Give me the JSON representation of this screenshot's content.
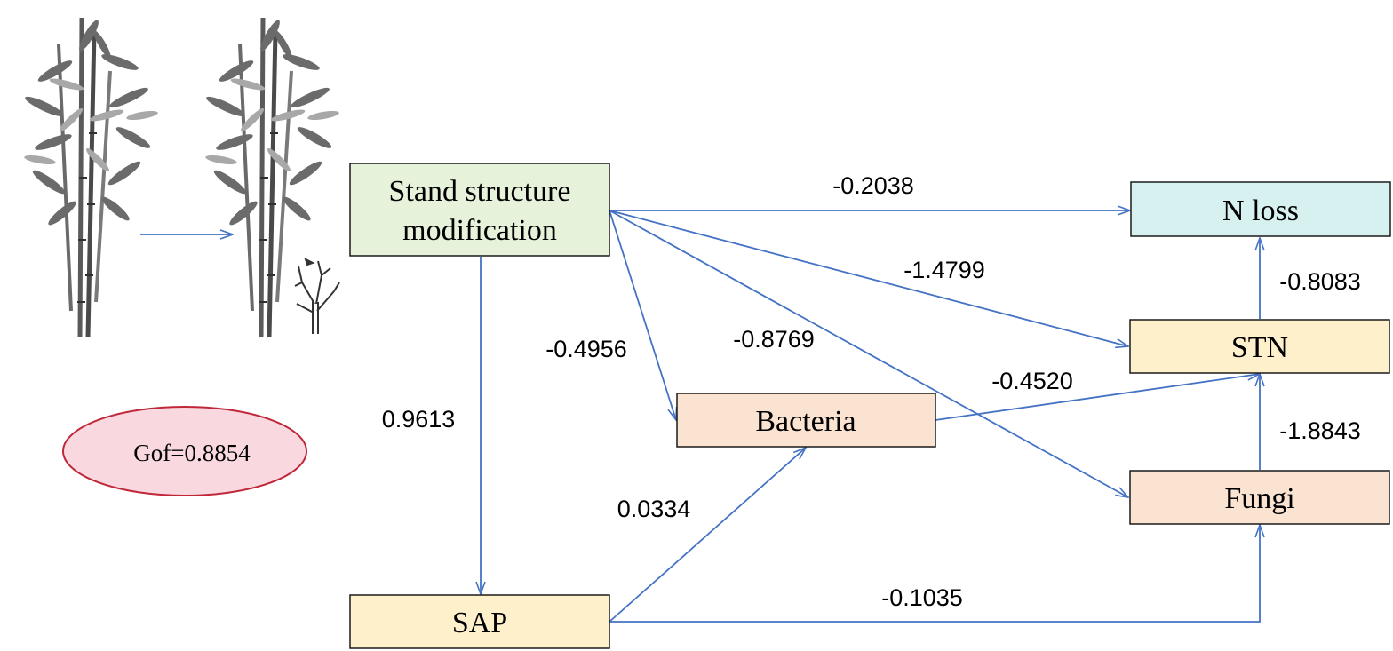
{
  "nodes": {
    "stand": {
      "line1": "Stand structure",
      "line2": "modification",
      "fill": "#e6f2da",
      "stroke": "#1a1a1a"
    },
    "nloss": {
      "label": "N loss",
      "fill": "#d7f1f1",
      "stroke": "#1a1a1a"
    },
    "stn": {
      "label": "STN",
      "fill": "#fff0cc",
      "stroke": "#1a1a1a"
    },
    "bacteria": {
      "label": "Bacteria",
      "fill": "#fbe3d2",
      "stroke": "#1a1a1a"
    },
    "fungi": {
      "label": "Fungi",
      "fill": "#fbe3d2",
      "stroke": "#1a1a1a"
    },
    "sap": {
      "label": "SAP",
      "fill": "#fff0cc",
      "stroke": "#1a1a1a"
    }
  },
  "gof": {
    "label": "Gof=0.8854",
    "fill": "#f9d9df",
    "stroke": "#c0283a"
  },
  "paths": {
    "stand_nloss": "-0.2038",
    "stand_stn": "-1.4799",
    "stand_fungi": "-0.8769",
    "stand_bacteria": "-0.4956",
    "stand_sap": "0.9613",
    "stn_nloss": "-0.8083",
    "bacteria_stn": "-0.4520",
    "fungi_stn": "-1.8843",
    "sap_bacteria": "0.0334",
    "sap_fungi": "-0.1035"
  },
  "colors": {
    "arrow": "#4472c4",
    "plant_dark": "#555555",
    "plant_light": "#a0a0a0"
  },
  "icons": {
    "left_plant": "bamboo-grove-icon",
    "right_plant": "bamboo-with-cut-stump-icon"
  }
}
